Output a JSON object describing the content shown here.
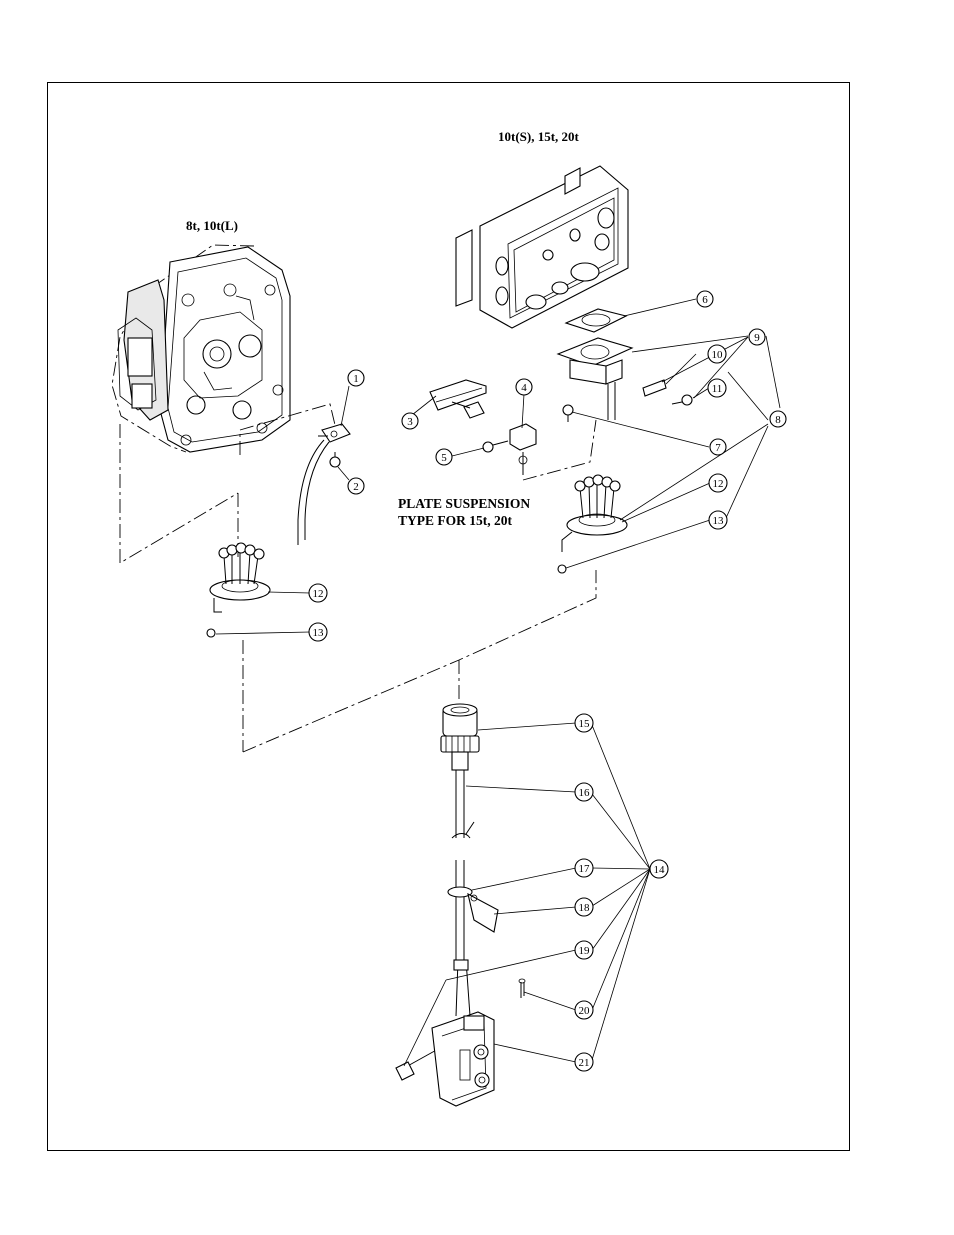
{
  "headings": {
    "left_variant": "8t, 10t(L)",
    "right_variant": "10t(S), 15t, 20t",
    "note_line1": "PLATE SUSPENSION",
    "note_line2": "TYPE FOR 15t, 20t"
  },
  "callouts": {
    "c1": "1",
    "c2": "2",
    "c3": "3",
    "c4": "4",
    "c5": "5",
    "c6": "6",
    "c7": "7",
    "c8": "8",
    "c9": "9",
    "c10": "10",
    "c11": "11",
    "c12a": "12",
    "c13a": "13",
    "c12b": "12",
    "c13b": "13",
    "c14": "14",
    "c15": "15",
    "c16": "16",
    "c17": "17",
    "c18": "18",
    "c19": "19",
    "c20": "20",
    "c21": "21"
  }
}
